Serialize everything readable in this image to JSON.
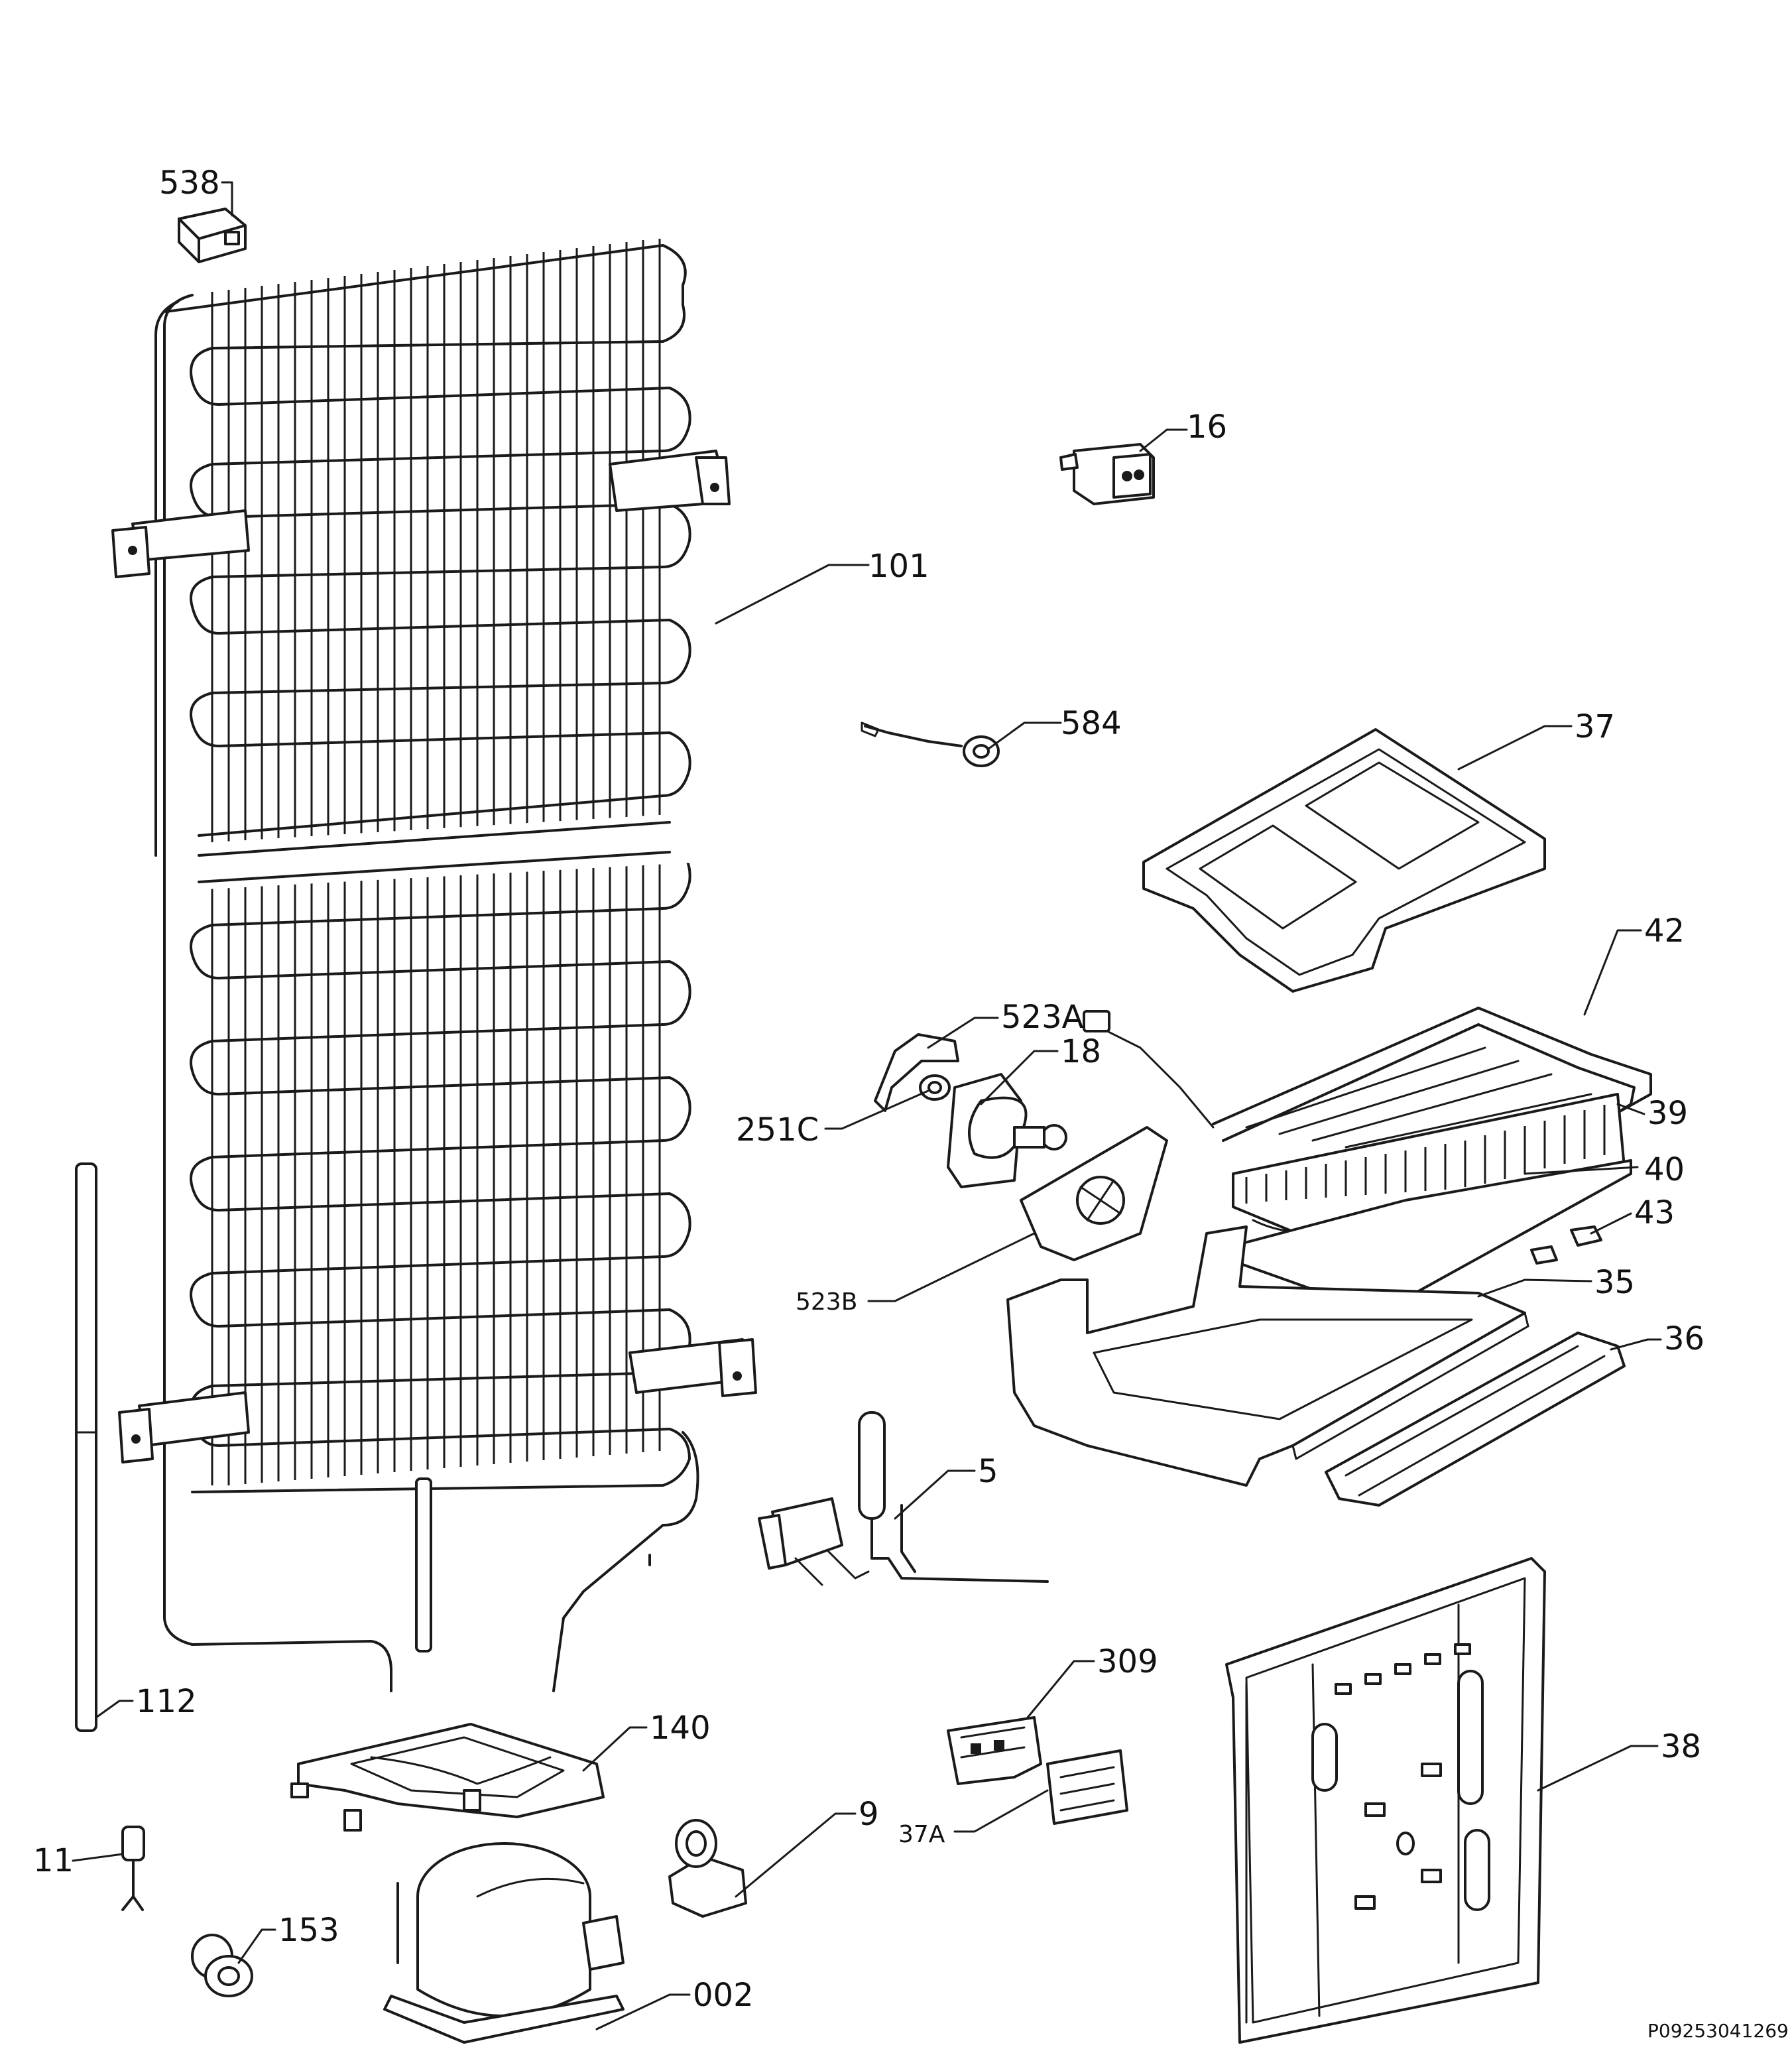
{
  "document_code": "P09253041269",
  "labels": {
    "p538": "538",
    "p16": "16",
    "p101": "101",
    "p584": "584",
    "p37": "37",
    "p42": "42",
    "p523a": "523A",
    "p18": "18",
    "p251c": "251C",
    "p39": "39",
    "p40": "40",
    "p43": "43",
    "p523b": "523B",
    "p35": "35",
    "p36": "36",
    "p5": "5",
    "p112": "112",
    "p309": "309",
    "p140": "140",
    "p38": "38",
    "p9": "9",
    "p37a": "37A",
    "p11": "11",
    "p153": "153",
    "p002": "002"
  }
}
